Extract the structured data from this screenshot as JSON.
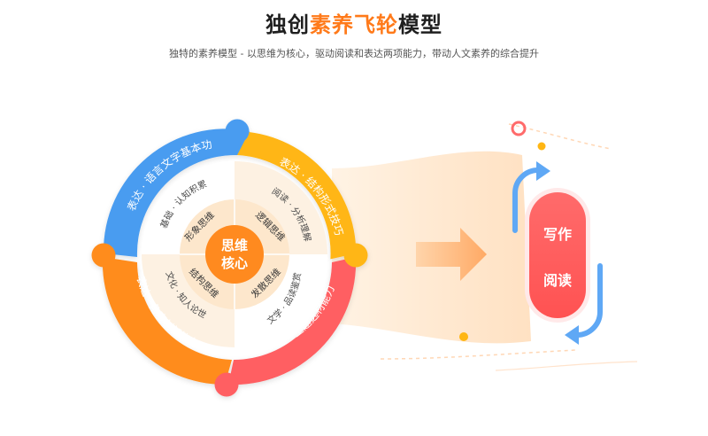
{
  "header": {
    "title_part1": "独创",
    "title_highlight": "素养飞轮",
    "title_part2": "模型",
    "subtitle": "独特的素养模型 - 以思维为核心，驱动阅读和表达两项能力，带动人文素养的综合提升"
  },
  "core": {
    "line1": "思维",
    "line2": "核心"
  },
  "thinking_ring": [
    "逻辑思维",
    "发散思维",
    "结构思维",
    "形象思维"
  ],
  "mid_ring": [
    "阅读 · 分析理解",
    "文学 · 品读鉴赏",
    "文化 · 知人论世",
    "基础 · 认知积累"
  ],
  "outer_arcs": [
    {
      "label": "表达 · 结构形式技巧",
      "color": "#ffb613"
    },
    {
      "label": "表达 · 主题选材能力",
      "color": "#ff5e62"
    },
    {
      "label": "表达 · 角度创新能力",
      "color": "#ff8c1c"
    },
    {
      "label": "表达 · 语言文字基本功",
      "color": "#4a9cf0"
    }
  ],
  "output": {
    "line1": "写作",
    "line2": "阅读"
  },
  "colors": {
    "accent": "#ff7a1a",
    "core": "#ff8a1f",
    "pill": "#ff5e62",
    "cycle_blue": "#5fa8f5"
  }
}
